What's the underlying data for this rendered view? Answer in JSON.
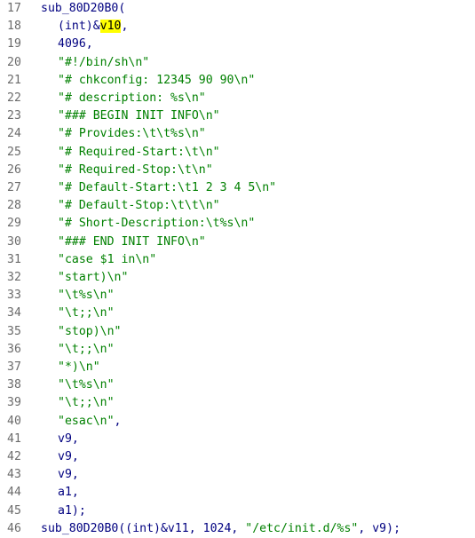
{
  "lines": [
    {
      "n": "17",
      "parts": [
        [
          "fn",
          "sub_80D20B0("
        ]
      ]
    },
    {
      "n": "18",
      "parts": [
        [
          "ind",
          ""
        ],
        [
          "punc",
          "(int)&"
        ],
        [
          "hl",
          "v10"
        ],
        [
          "punc",
          ","
        ]
      ]
    },
    {
      "n": "19",
      "parts": [
        [
          "ind",
          ""
        ],
        [
          "num",
          "4096"
        ],
        [
          "punc",
          ","
        ]
      ]
    },
    {
      "n": "20",
      "parts": [
        [
          "ind",
          ""
        ],
        [
          "str",
          "\"#!/bin/sh\\n\""
        ]
      ]
    },
    {
      "n": "21",
      "parts": [
        [
          "ind",
          ""
        ],
        [
          "str",
          "\"# chkconfig: 12345 90 90\\n\""
        ]
      ]
    },
    {
      "n": "22",
      "parts": [
        [
          "ind",
          ""
        ],
        [
          "str",
          "\"# description: %s\\n\""
        ]
      ]
    },
    {
      "n": "23",
      "parts": [
        [
          "ind",
          ""
        ],
        [
          "str",
          "\"### BEGIN INIT INFO\\n\""
        ]
      ]
    },
    {
      "n": "24",
      "parts": [
        [
          "ind",
          ""
        ],
        [
          "str",
          "\"# Provides:\\t\\t%s\\n\""
        ]
      ]
    },
    {
      "n": "25",
      "parts": [
        [
          "ind",
          ""
        ],
        [
          "str",
          "\"# Required-Start:\\t\\n\""
        ]
      ]
    },
    {
      "n": "26",
      "parts": [
        [
          "ind",
          ""
        ],
        [
          "str",
          "\"# Required-Stop:\\t\\n\""
        ]
      ]
    },
    {
      "n": "27",
      "parts": [
        [
          "ind",
          ""
        ],
        [
          "str",
          "\"# Default-Start:\\t1 2 3 4 5\\n\""
        ]
      ]
    },
    {
      "n": "28",
      "parts": [
        [
          "ind",
          ""
        ],
        [
          "str",
          "\"# Default-Stop:\\t\\t\\n\""
        ]
      ]
    },
    {
      "n": "29",
      "parts": [
        [
          "ind",
          ""
        ],
        [
          "str",
          "\"# Short-Description:\\t%s\\n\""
        ]
      ]
    },
    {
      "n": "30",
      "parts": [
        [
          "ind",
          ""
        ],
        [
          "str",
          "\"### END INIT INFO\\n\""
        ]
      ]
    },
    {
      "n": "31",
      "parts": [
        [
          "ind",
          ""
        ],
        [
          "str",
          "\"case $1 in\\n\""
        ]
      ]
    },
    {
      "n": "32",
      "parts": [
        [
          "ind",
          ""
        ],
        [
          "str",
          "\"start)\\n\""
        ]
      ]
    },
    {
      "n": "33",
      "parts": [
        [
          "ind",
          ""
        ],
        [
          "str",
          "\"\\t%s\\n\""
        ]
      ]
    },
    {
      "n": "34",
      "parts": [
        [
          "ind",
          ""
        ],
        [
          "str",
          "\"\\t;;\\n\""
        ]
      ]
    },
    {
      "n": "35",
      "parts": [
        [
          "ind",
          ""
        ],
        [
          "str",
          "\"stop)\\n\""
        ]
      ]
    },
    {
      "n": "36",
      "parts": [
        [
          "ind",
          ""
        ],
        [
          "str",
          "\"\\t;;\\n\""
        ]
      ]
    },
    {
      "n": "37",
      "parts": [
        [
          "ind",
          ""
        ],
        [
          "str",
          "\"*)\\n\""
        ]
      ]
    },
    {
      "n": "38",
      "parts": [
        [
          "ind",
          ""
        ],
        [
          "str",
          "\"\\t%s\\n\""
        ]
      ]
    },
    {
      "n": "39",
      "parts": [
        [
          "ind",
          ""
        ],
        [
          "str",
          "\"\\t;;\\n\""
        ]
      ]
    },
    {
      "n": "40",
      "parts": [
        [
          "ind",
          ""
        ],
        [
          "str",
          "\"esac\\n\""
        ],
        [
          "punc",
          ","
        ]
      ]
    },
    {
      "n": "41",
      "parts": [
        [
          "ind",
          ""
        ],
        [
          "var",
          "v9"
        ],
        [
          "punc",
          ","
        ]
      ]
    },
    {
      "n": "42",
      "parts": [
        [
          "ind",
          ""
        ],
        [
          "var",
          "v9"
        ],
        [
          "punc",
          ","
        ]
      ]
    },
    {
      "n": "43",
      "parts": [
        [
          "ind",
          ""
        ],
        [
          "var",
          "v9"
        ],
        [
          "punc",
          ","
        ]
      ]
    },
    {
      "n": "44",
      "parts": [
        [
          "ind",
          ""
        ],
        [
          "var",
          "a1"
        ],
        [
          "punc",
          ","
        ]
      ]
    },
    {
      "n": "45",
      "parts": [
        [
          "ind",
          ""
        ],
        [
          "var",
          "a1"
        ],
        [
          "punc",
          ");"
        ]
      ]
    },
    {
      "n": "46",
      "parts": [
        [
          "fn",
          "sub_80D20B0"
        ],
        [
          "punc",
          "((int)&"
        ],
        [
          "var",
          "v11"
        ],
        [
          "punc",
          ", "
        ],
        [
          "num",
          "1024"
        ],
        [
          "punc",
          ", "
        ],
        [
          "str",
          "\"/etc/init.d/%s\""
        ],
        [
          "punc",
          ", "
        ],
        [
          "var",
          "v9"
        ],
        [
          "punc",
          ");"
        ]
      ]
    }
  ],
  "colors": {
    "line_number": "#6b6b6b",
    "code": "#000080",
    "string": "#008000",
    "highlight": "#ffff00"
  }
}
